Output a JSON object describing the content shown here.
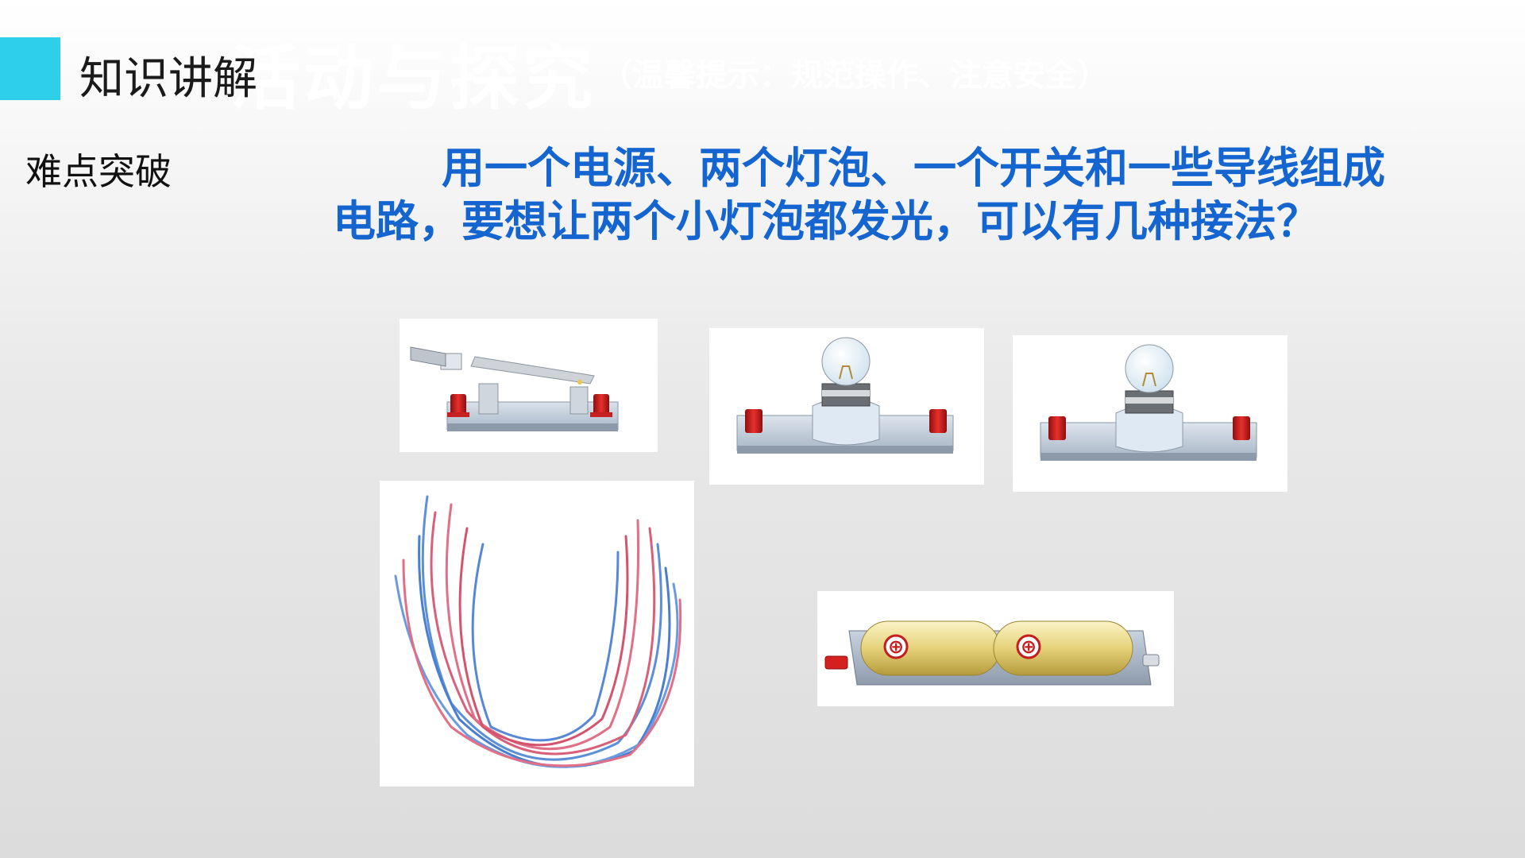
{
  "slide": {
    "ghost_title": "活动与探究",
    "ghost_subtitle": "（温馨提示：规范操作、注意安全）",
    "section_title": "知识讲解",
    "subsection_label": "难点突破",
    "question_line1": "用一个电源、两个灯泡、一个开关和一些导线组成",
    "question_line2": "电路，要想让两个小灯泡都发光，可以有几种接法？"
  },
  "images": [
    {
      "name": "knife-switch",
      "icon": "knife-switch-icon"
    },
    {
      "name": "bulb-holder-1",
      "icon": "light-bulb-icon"
    },
    {
      "name": "bulb-holder-2",
      "icon": "light-bulb-icon"
    },
    {
      "name": "wires",
      "icon": "wire-bundle-icon"
    },
    {
      "name": "battery-box",
      "icon": "battery-icon"
    }
  ],
  "battery_symbols": [
    "⊕",
    "⊕"
  ],
  "colors": {
    "accent": "#2ecfe8",
    "question_text": "#1565d0",
    "terminal_red": "#d4201f",
    "base_gray": "#c8d3e0",
    "battery_gold": "#e6d27a"
  }
}
